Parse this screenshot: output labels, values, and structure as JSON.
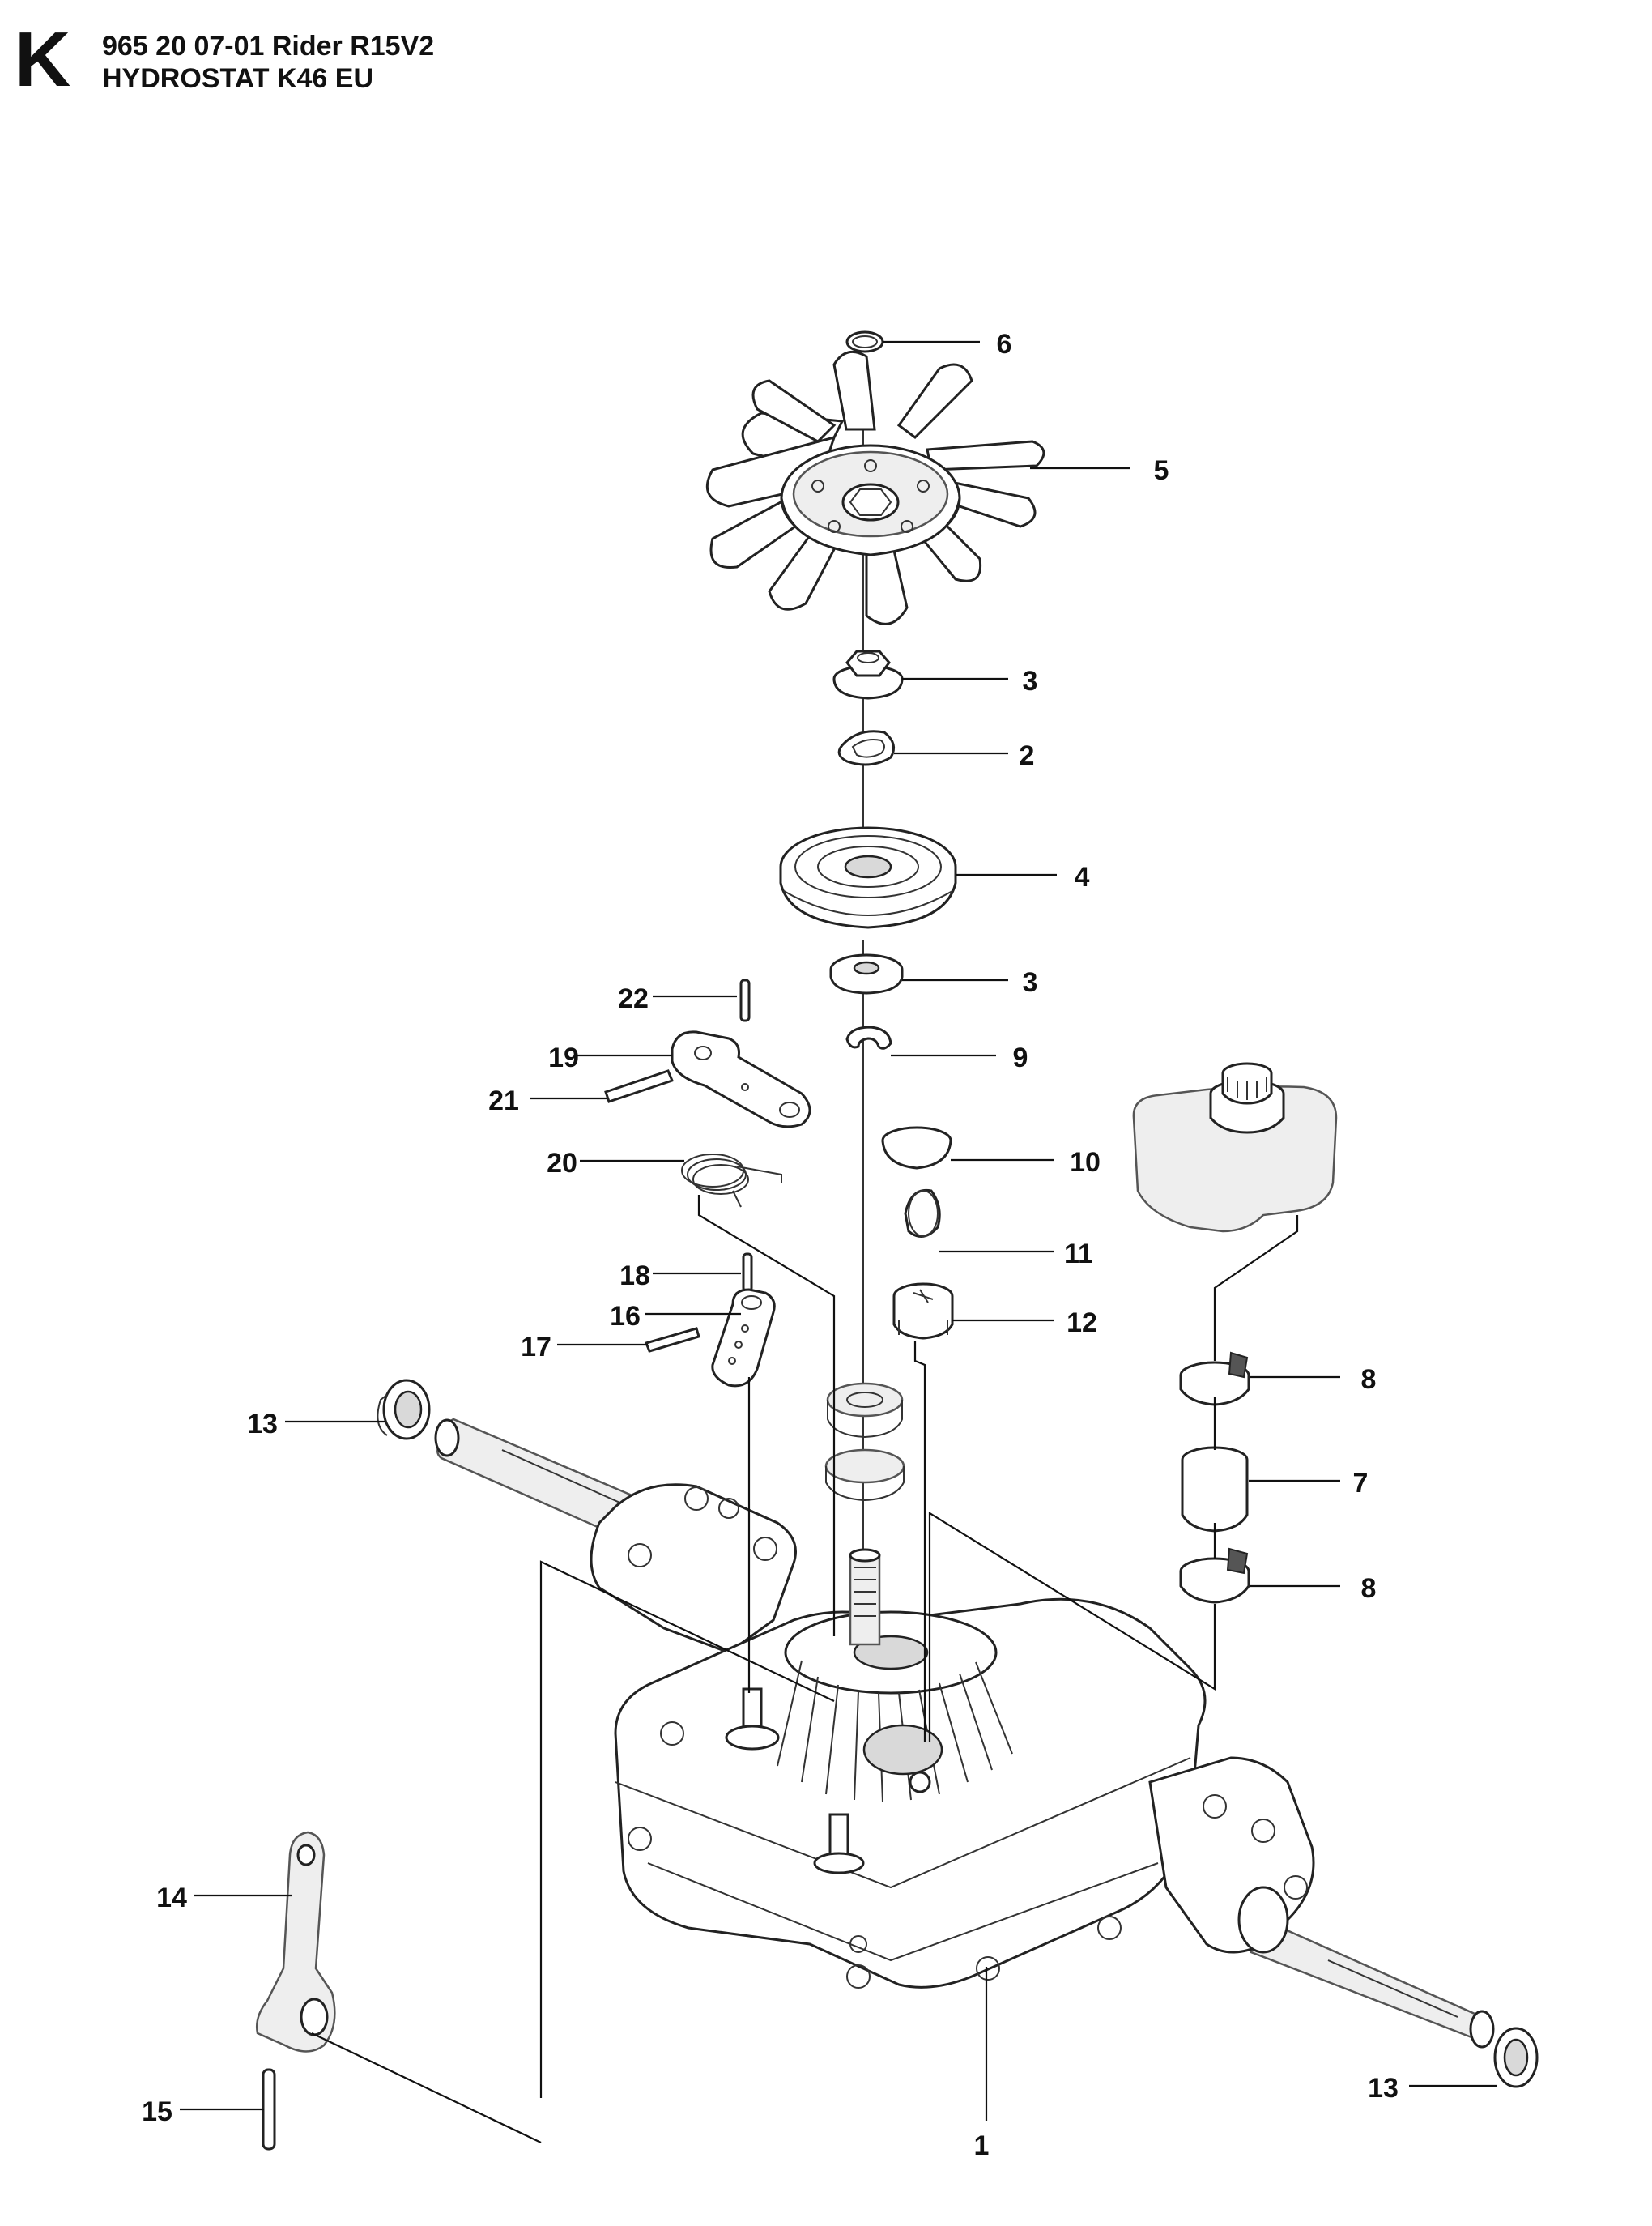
{
  "header": {
    "section_letter": "K",
    "title_line1": "965 20 07-01 Rider R15V2",
    "title_line2": "HYDROSTAT K46 EU"
  },
  "callouts": [
    {
      "id": "c6",
      "label": "6"
    },
    {
      "id": "c5",
      "label": "5"
    },
    {
      "id": "c3a",
      "label": "3"
    },
    {
      "id": "c2",
      "label": "2"
    },
    {
      "id": "c4",
      "label": "4"
    },
    {
      "id": "c3b",
      "label": "3"
    },
    {
      "id": "c9",
      "label": "9"
    },
    {
      "id": "c22",
      "label": "22"
    },
    {
      "id": "c19",
      "label": "19"
    },
    {
      "id": "c21",
      "label": "21"
    },
    {
      "id": "c20",
      "label": "20"
    },
    {
      "id": "c10",
      "label": "10"
    },
    {
      "id": "c11",
      "label": "11"
    },
    {
      "id": "c12",
      "label": "12"
    },
    {
      "id": "c18",
      "label": "18"
    },
    {
      "id": "c16",
      "label": "16"
    },
    {
      "id": "c17",
      "label": "17"
    },
    {
      "id": "c8a",
      "label": "8"
    },
    {
      "id": "c13a",
      "label": "13"
    },
    {
      "id": "c7",
      "label": "7"
    },
    {
      "id": "c8b",
      "label": "8"
    },
    {
      "id": "c14",
      "label": "14"
    },
    {
      "id": "c15",
      "label": "15"
    },
    {
      "id": "c13b",
      "label": "13"
    },
    {
      "id": "c1",
      "label": "1"
    }
  ]
}
